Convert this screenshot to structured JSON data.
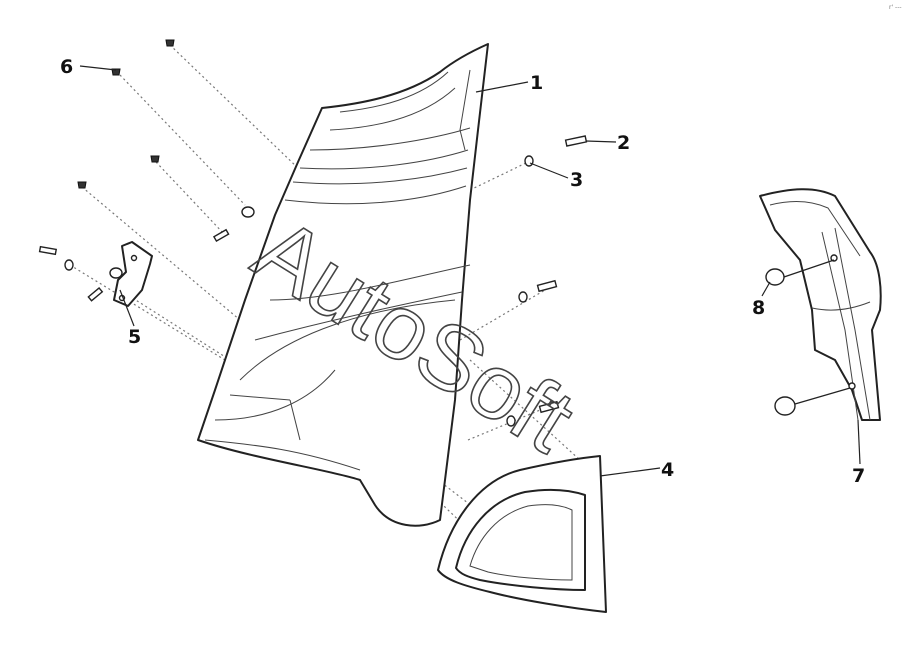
{
  "corner_mark": "r' ---",
  "watermark": "AutoSoft",
  "callouts": [
    {
      "id": "1",
      "label": "1"
    },
    {
      "id": "2",
      "label": "2"
    },
    {
      "id": "3",
      "label": "3"
    },
    {
      "id": "4",
      "label": "4"
    },
    {
      "id": "5",
      "label": "5"
    },
    {
      "id": "6",
      "label": "6"
    },
    {
      "id": "7",
      "label": "7"
    },
    {
      "id": "8",
      "label": "8"
    }
  ]
}
